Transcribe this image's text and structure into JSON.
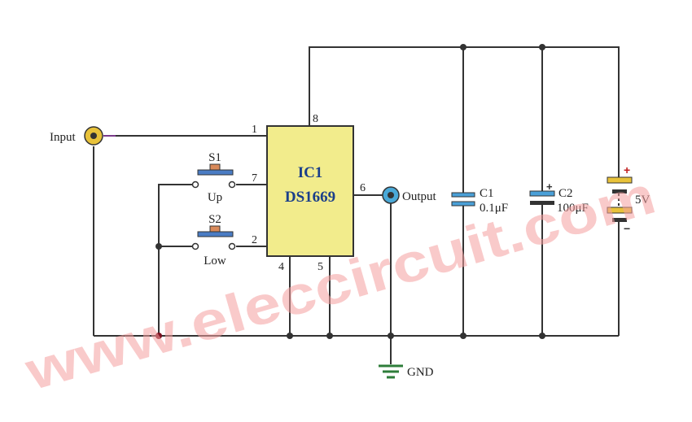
{
  "ic": {
    "name": "IC1",
    "part": "DS1669",
    "pins": [
      "1",
      "8",
      "7",
      "6",
      "2",
      "4",
      "5"
    ]
  },
  "switches": [
    {
      "ref": "S1",
      "label": "Up"
    },
    {
      "ref": "S2",
      "label": "Low"
    }
  ],
  "ports": {
    "input": "Input",
    "output": "Output",
    "gnd": "GND"
  },
  "capacitors": [
    {
      "ref": "C1",
      "value": "0.1μF"
    },
    {
      "ref": "C2",
      "value": "100μF"
    }
  ],
  "battery": {
    "value": "5V",
    "plus": "+",
    "minus": "−"
  },
  "cap_plus": "+",
  "watermark": "www.eleccircuit.com",
  "colors": {
    "ic_fill": "#f2ec8c",
    "wire": "#333333",
    "watermark": "#f5a0a0",
    "accent": "#1b3f8a"
  }
}
